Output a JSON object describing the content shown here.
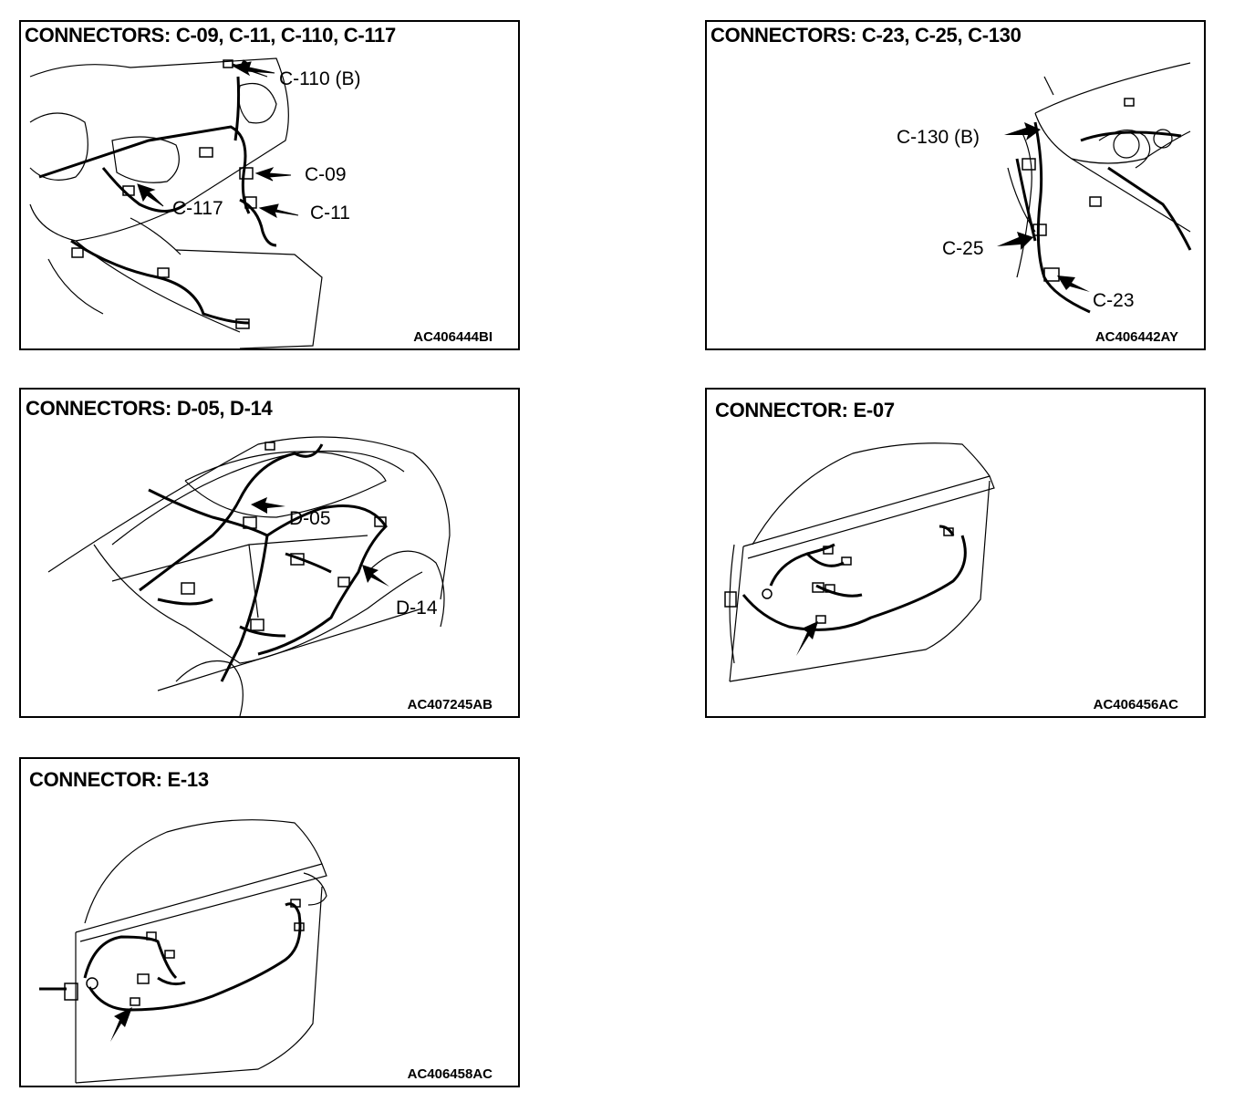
{
  "panels": [
    {
      "id": "p1",
      "title": "CONNECTORS: C-09, C-11, C-110, C-117",
      "code": "AC406444BI",
      "callouts": [
        "C-110 (B)",
        "C-09",
        "C-117",
        "C-11"
      ]
    },
    {
      "id": "p2",
      "title": "CONNECTORS: C-23, C-25, C-130",
      "code": "AC406442AY",
      "callouts": [
        "C-130 (B)",
        "C-25",
        "C-23"
      ]
    },
    {
      "id": "p3",
      "title": "CONNECTORS: D-05, D-14",
      "code": "AC407245AB",
      "callouts": [
        "D-05",
        "D-14"
      ]
    },
    {
      "id": "p4",
      "title": "CONNECTOR: E-07",
      "code": "AC406456AC",
      "callouts": []
    },
    {
      "id": "p5",
      "title": "CONNECTOR: E-13",
      "code": "AC406458AC",
      "callouts": []
    }
  ]
}
